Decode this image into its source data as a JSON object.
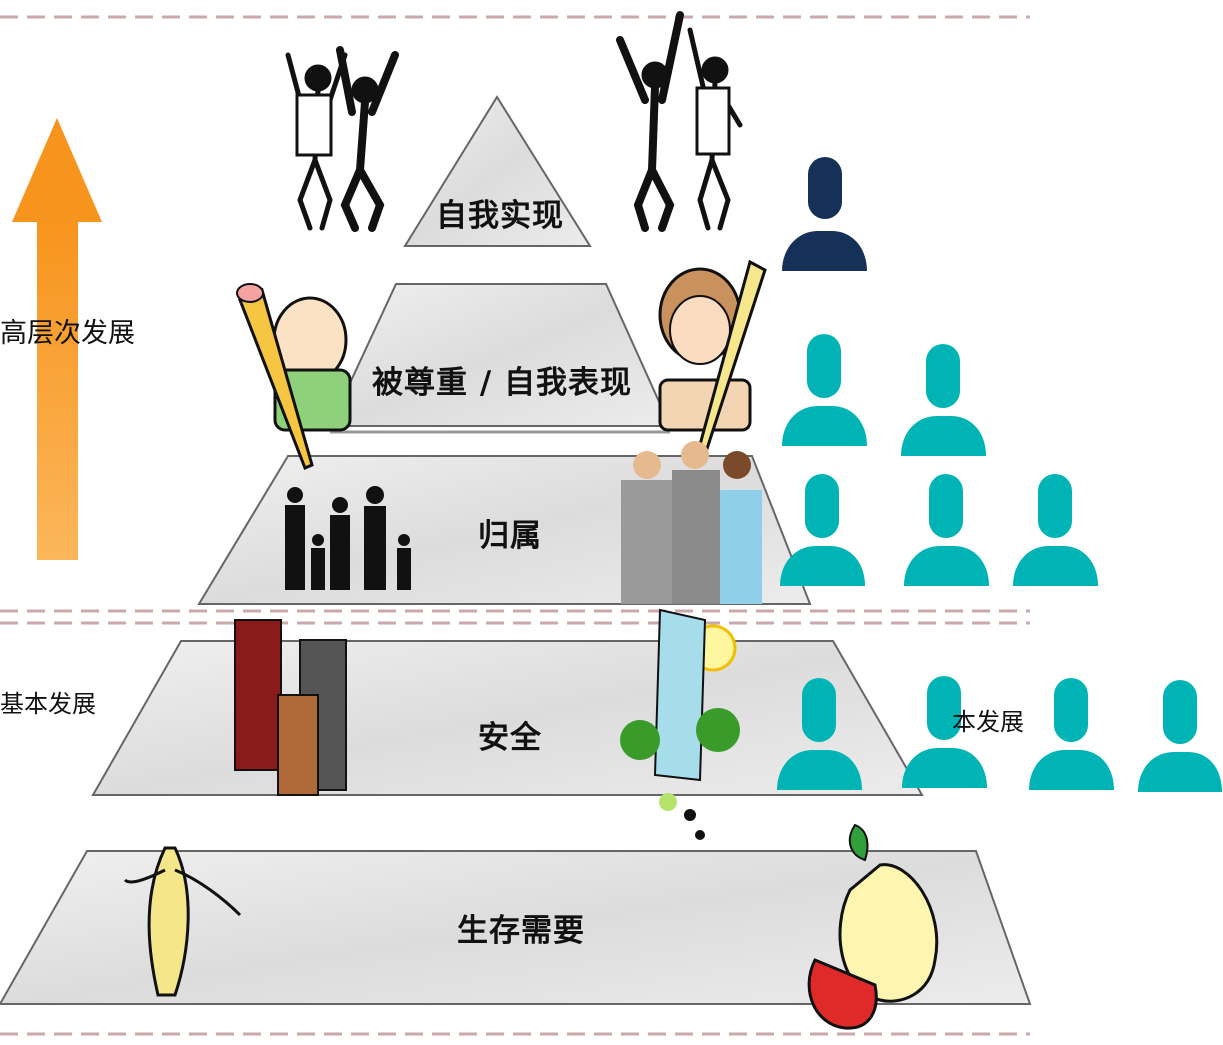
{
  "colors": {
    "arrow": "#f7941d",
    "person_top": "#163157",
    "person_other": "#00b4b5",
    "divider": "#c9a9a9",
    "marble": "#e6e6e6",
    "outline": "#555555"
  },
  "pyramid": {
    "levels": [
      {
        "label": "自我实现",
        "order": 5
      },
      {
        "label": "被尊重 / 自我表现",
        "order": 4
      },
      {
        "label": "归属",
        "order": 3
      },
      {
        "label": "安全",
        "order": 2
      },
      {
        "label": "生存需要",
        "order": 1
      }
    ]
  },
  "side_labels": {
    "higher": "高层次发展",
    "basic_left": "基本发展",
    "basic_right": "本发展"
  },
  "people_rows": [
    {
      "count": 1,
      "color": "person_top"
    },
    {
      "count": 2,
      "color": "person_other"
    },
    {
      "count": 3,
      "color": "person_other"
    },
    {
      "count": 4,
      "color": "person_other"
    }
  ],
  "clipart": [
    "dancers-left-icon",
    "dancers-right-icon",
    "boy-pencil-icon",
    "girl-pencil-icon",
    "family-icon",
    "handshake-icon",
    "coins-icon",
    "house-icon",
    "banana-icon",
    "apple-icon"
  ]
}
